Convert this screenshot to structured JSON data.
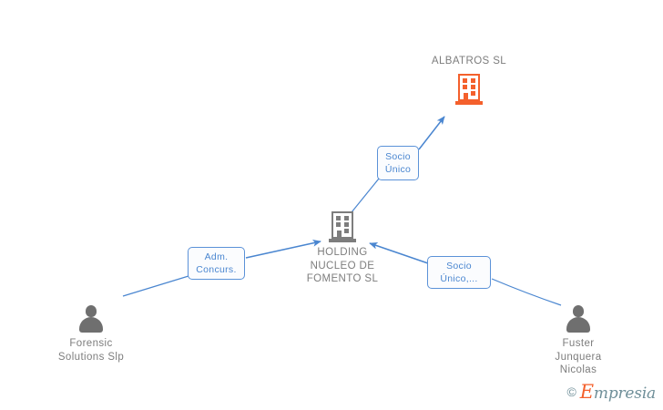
{
  "diagram": {
    "type": "corporate-relationship-graph",
    "background": "#ffffff",
    "colors": {
      "company_highlight": "#f4602c",
      "company_default": "#7d7d7d",
      "person": "#6f6f6f",
      "edge": "#4a86d0",
      "label_text": "#7d7d7d",
      "relation_text": "#4a86d0",
      "relation_border": "#5b92d8"
    },
    "nodes": [
      {
        "id": "albatros",
        "label": "ALBATROS SL",
        "kind": "company",
        "icon": "building-icon",
        "accent": "orange",
        "label_position": "above"
      },
      {
        "id": "holding",
        "label": "HOLDING\nNUCLEO DE\nFOMENTO SL",
        "kind": "company",
        "icon": "building-icon",
        "accent": "gray",
        "label_position": "below"
      },
      {
        "id": "forensic",
        "label": "Forensic\nSolutions Slp",
        "kind": "person",
        "icon": "person-icon",
        "label_position": "below"
      },
      {
        "id": "fuster",
        "label": "Fuster\nJunquera\nNicolas",
        "kind": "person",
        "icon": "person-icon",
        "label_position": "below"
      }
    ],
    "relations": [
      {
        "id": "rel-holding-albatros",
        "text": "Socio\nÚnico",
        "from": "holding",
        "to": "albatros"
      },
      {
        "id": "rel-forensic-holding",
        "text": "Adm.\nConcurs.",
        "from": "forensic",
        "to": "holding"
      },
      {
        "id": "rel-fuster-holding",
        "text": "Socio\nÚnico,...",
        "from": "fuster",
        "to": "holding"
      }
    ]
  },
  "watermark": {
    "copyright": "©",
    "brand_initial": "E",
    "brand_rest": "mpresia"
  }
}
